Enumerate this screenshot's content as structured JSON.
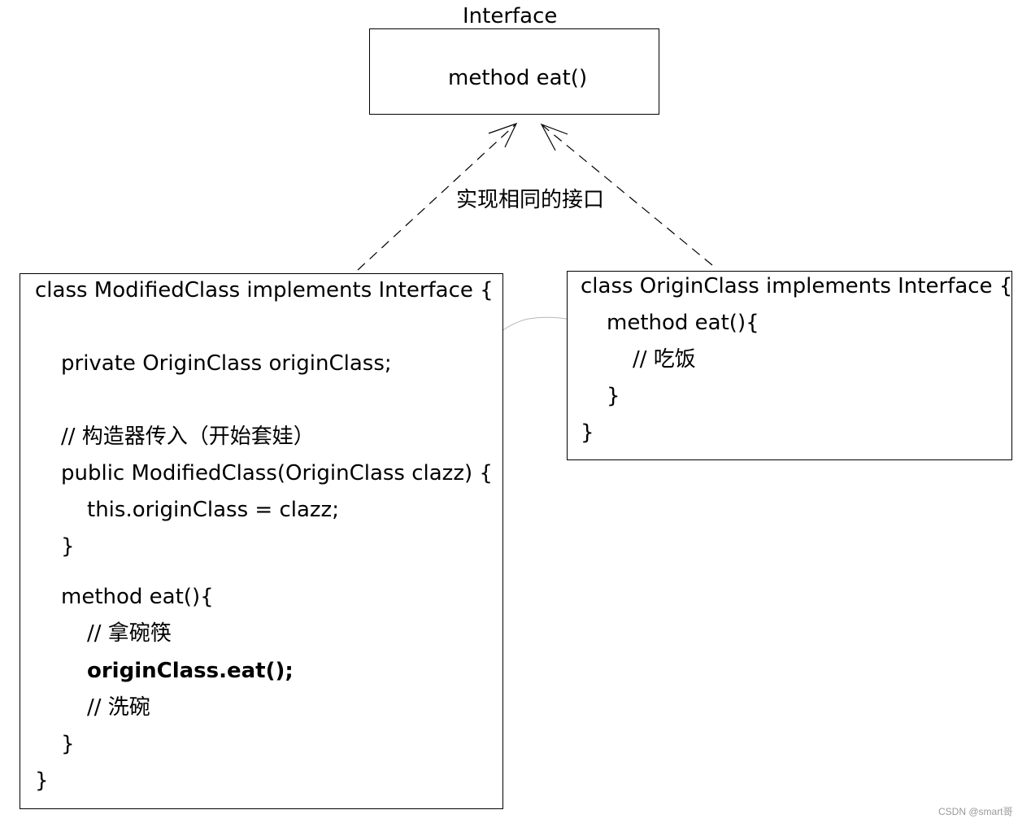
{
  "interface_box": {
    "title": "Interface",
    "method": "method eat()"
  },
  "edge_label": "实现相同的接口",
  "modified_class": {
    "lines": [
      "class ModifiedClass implements Interface {",
      "private OriginClass originClass;",
      "// 构造器传入（开始套娃）",
      "public ModifiedClass(OriginClass clazz) {",
      "this.originClass = clazz;",
      "}",
      "method eat(){",
      "// 拿碗筷",
      "originClass.eat();",
      "// 洗碗",
      "}",
      "}"
    ]
  },
  "origin_class": {
    "lines": [
      "class OriginClass implements Interface {",
      "method eat(){",
      "// 吃饭",
      "}",
      "}"
    ]
  },
  "watermark": "CSDN @smart哥"
}
